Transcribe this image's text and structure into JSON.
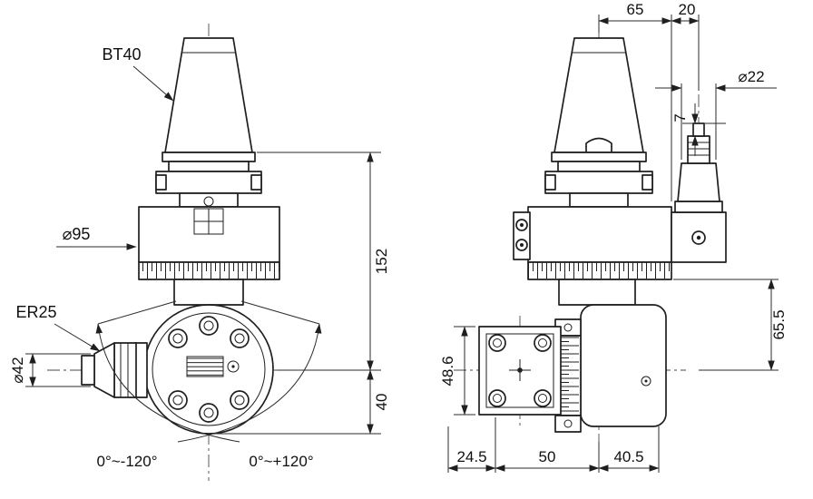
{
  "colors": {
    "line": "#1f1f1f",
    "background": "#ffffff",
    "dimension": "#2b2b2b"
  },
  "front_view": {
    "labels": {
      "taper": "BT40",
      "body_dia": "⌀95",
      "collet": "ER25",
      "collet_dia": "⌀42",
      "height_center": "152",
      "height_bottom": "40",
      "swing_negative": "0°~-120°",
      "swing_positive": "0°~+120°"
    }
  },
  "side_view": {
    "labels": {
      "top_width": "65",
      "top_offset": "20",
      "stub_dia": "⌀22",
      "stub_step": "7",
      "height_lower": "65.5",
      "block_height": "48.6",
      "bottom_left": "24.5",
      "bottom_center": "50",
      "bottom_right": "40.5"
    }
  }
}
